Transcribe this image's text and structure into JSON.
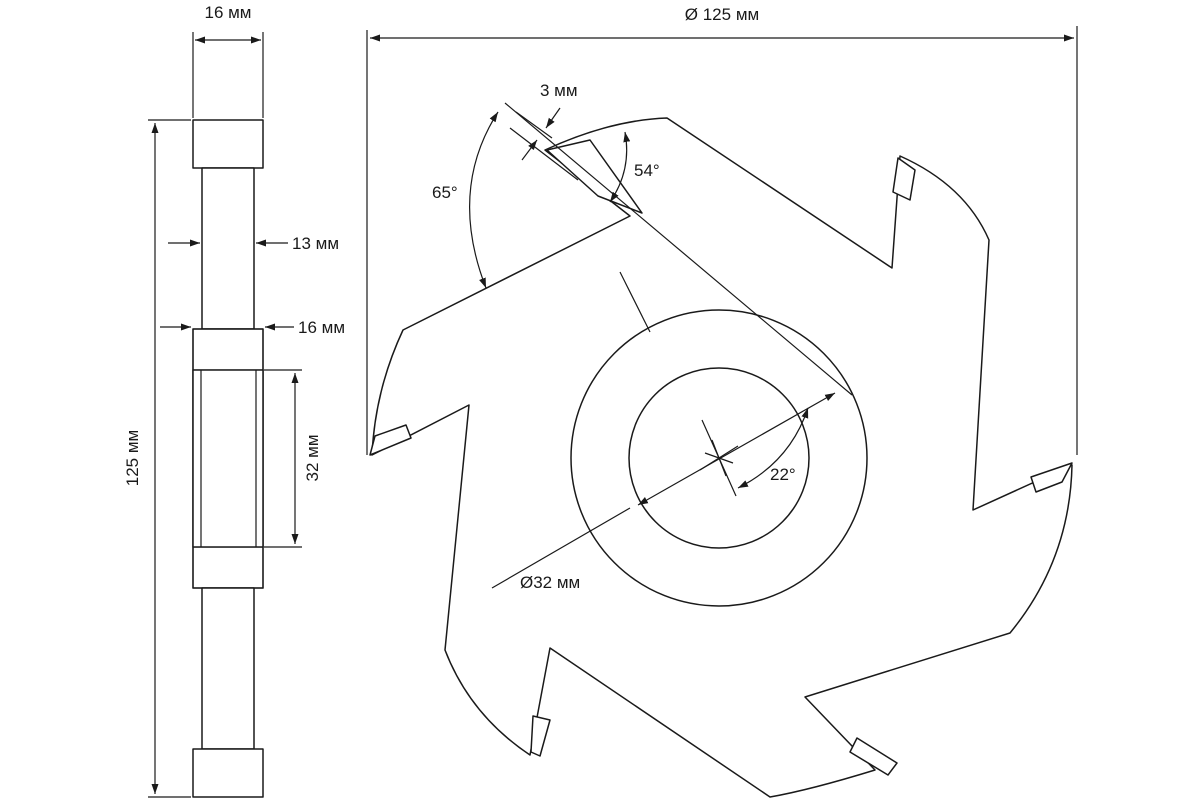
{
  "side_view": {
    "width_top": "16 мм",
    "height": "125 мм",
    "body_thickness": "13 мм",
    "hub_width": "16 мм",
    "bore": "32 мм"
  },
  "front_view": {
    "outer_diameter": "Ø 125 мм",
    "tooth_thickness": "3 мм",
    "clearance_angle": "54°",
    "rake_angle": "65°",
    "offset_angle": "22°",
    "bore_diameter": "Ø32 мм"
  }
}
